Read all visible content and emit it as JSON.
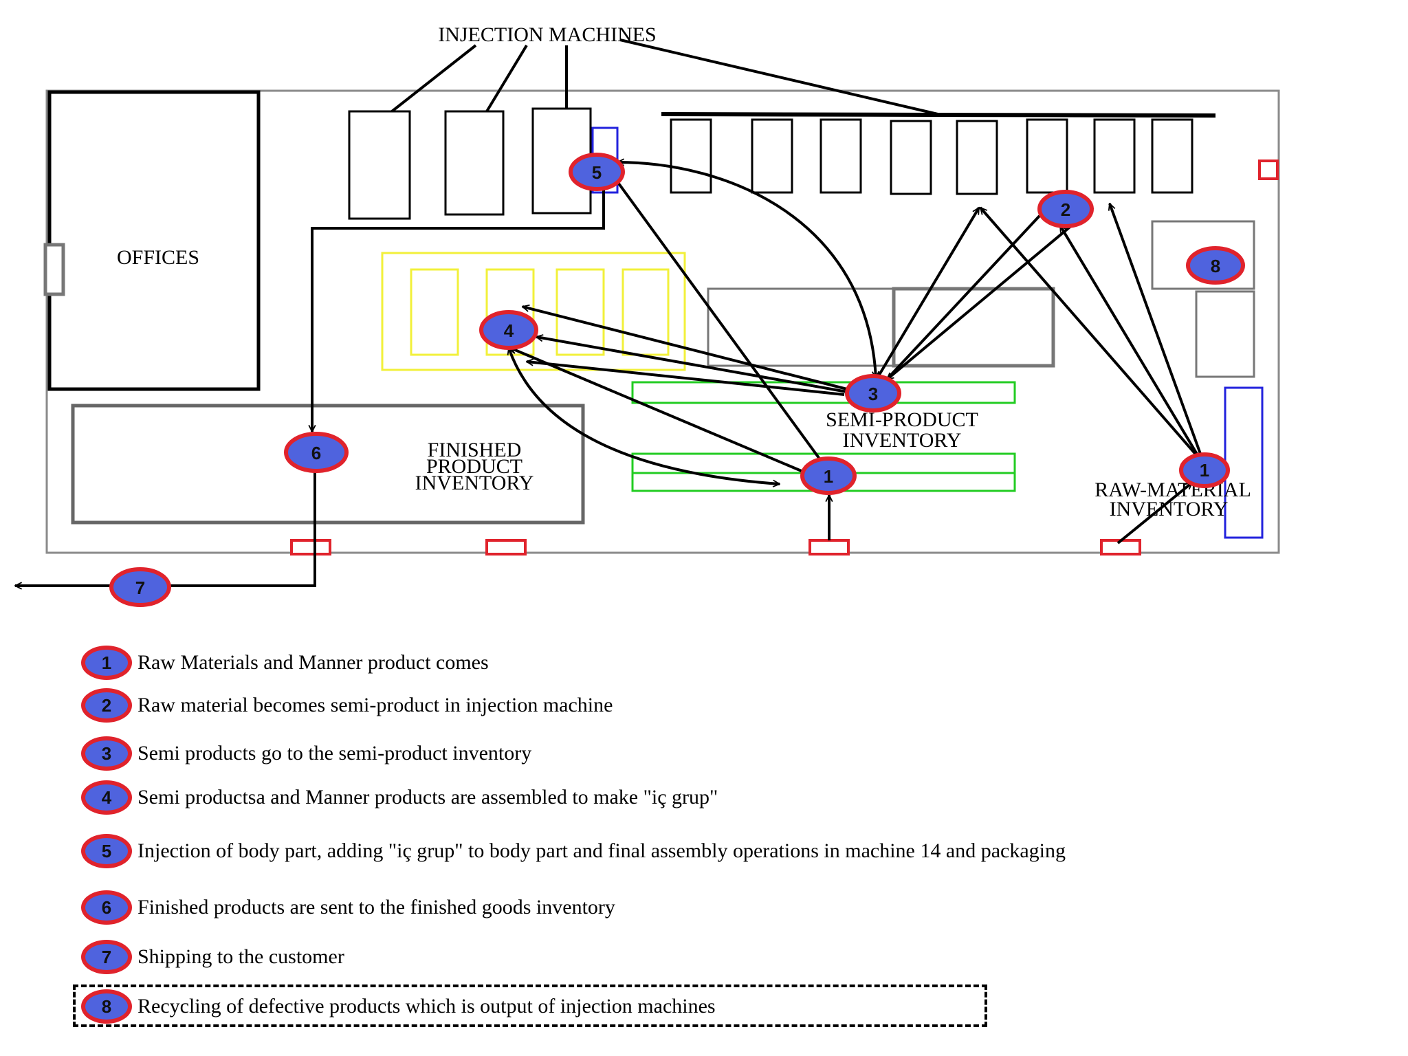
{
  "labels": {
    "injection_machines": "INJECTION MACHINES",
    "offices": "OFFICES",
    "finished_product_inventory": [
      "FINISHED",
      "PRODUCT",
      "INVENTORY"
    ],
    "semi_product_inventory": [
      "SEMI-PRODUCT",
      "INVENTORY"
    ],
    "raw_material_inventory": [
      "RAW-MATERIAL",
      "INVENTORY"
    ]
  },
  "markers": {
    "m1a": "1",
    "m1b": "1",
    "m2": "2",
    "m3": "3",
    "m4": "4",
    "m5": "5",
    "m6": "6",
    "m7": "7",
    "m8": "8"
  },
  "legend": [
    {
      "num": "1",
      "text": "Raw Materials and Manner product comes"
    },
    {
      "num": "2",
      "text": "Raw material becomes semi-product in injection machine"
    },
    {
      "num": "3",
      "text": "Semi products go to the semi-product inventory"
    },
    {
      "num": "4",
      "text": "Semi productsa and Manner products are assembled to make \"iç grup\""
    },
    {
      "num": "5",
      "text": "Injection of body part, adding \"iç grup\" to body part and final assembly operations in machine 14 and packaging"
    },
    {
      "num": "6",
      "text": "Finished products are sent to the finished goods inventory"
    },
    {
      "num": "7",
      "text": "Shipping to the customer"
    },
    {
      "num": "8",
      "text": "Recycling of defective products which is output of injection machines"
    }
  ],
  "colors": {
    "marker_fill": "#4f63de",
    "marker_ring": "#e0232c",
    "door": "#e0232c",
    "semi_inventory": "#22cc22",
    "assembly_area": "#f2f03a",
    "raw_inventory": "#2222dd",
    "finished_inventory": "#666666"
  }
}
